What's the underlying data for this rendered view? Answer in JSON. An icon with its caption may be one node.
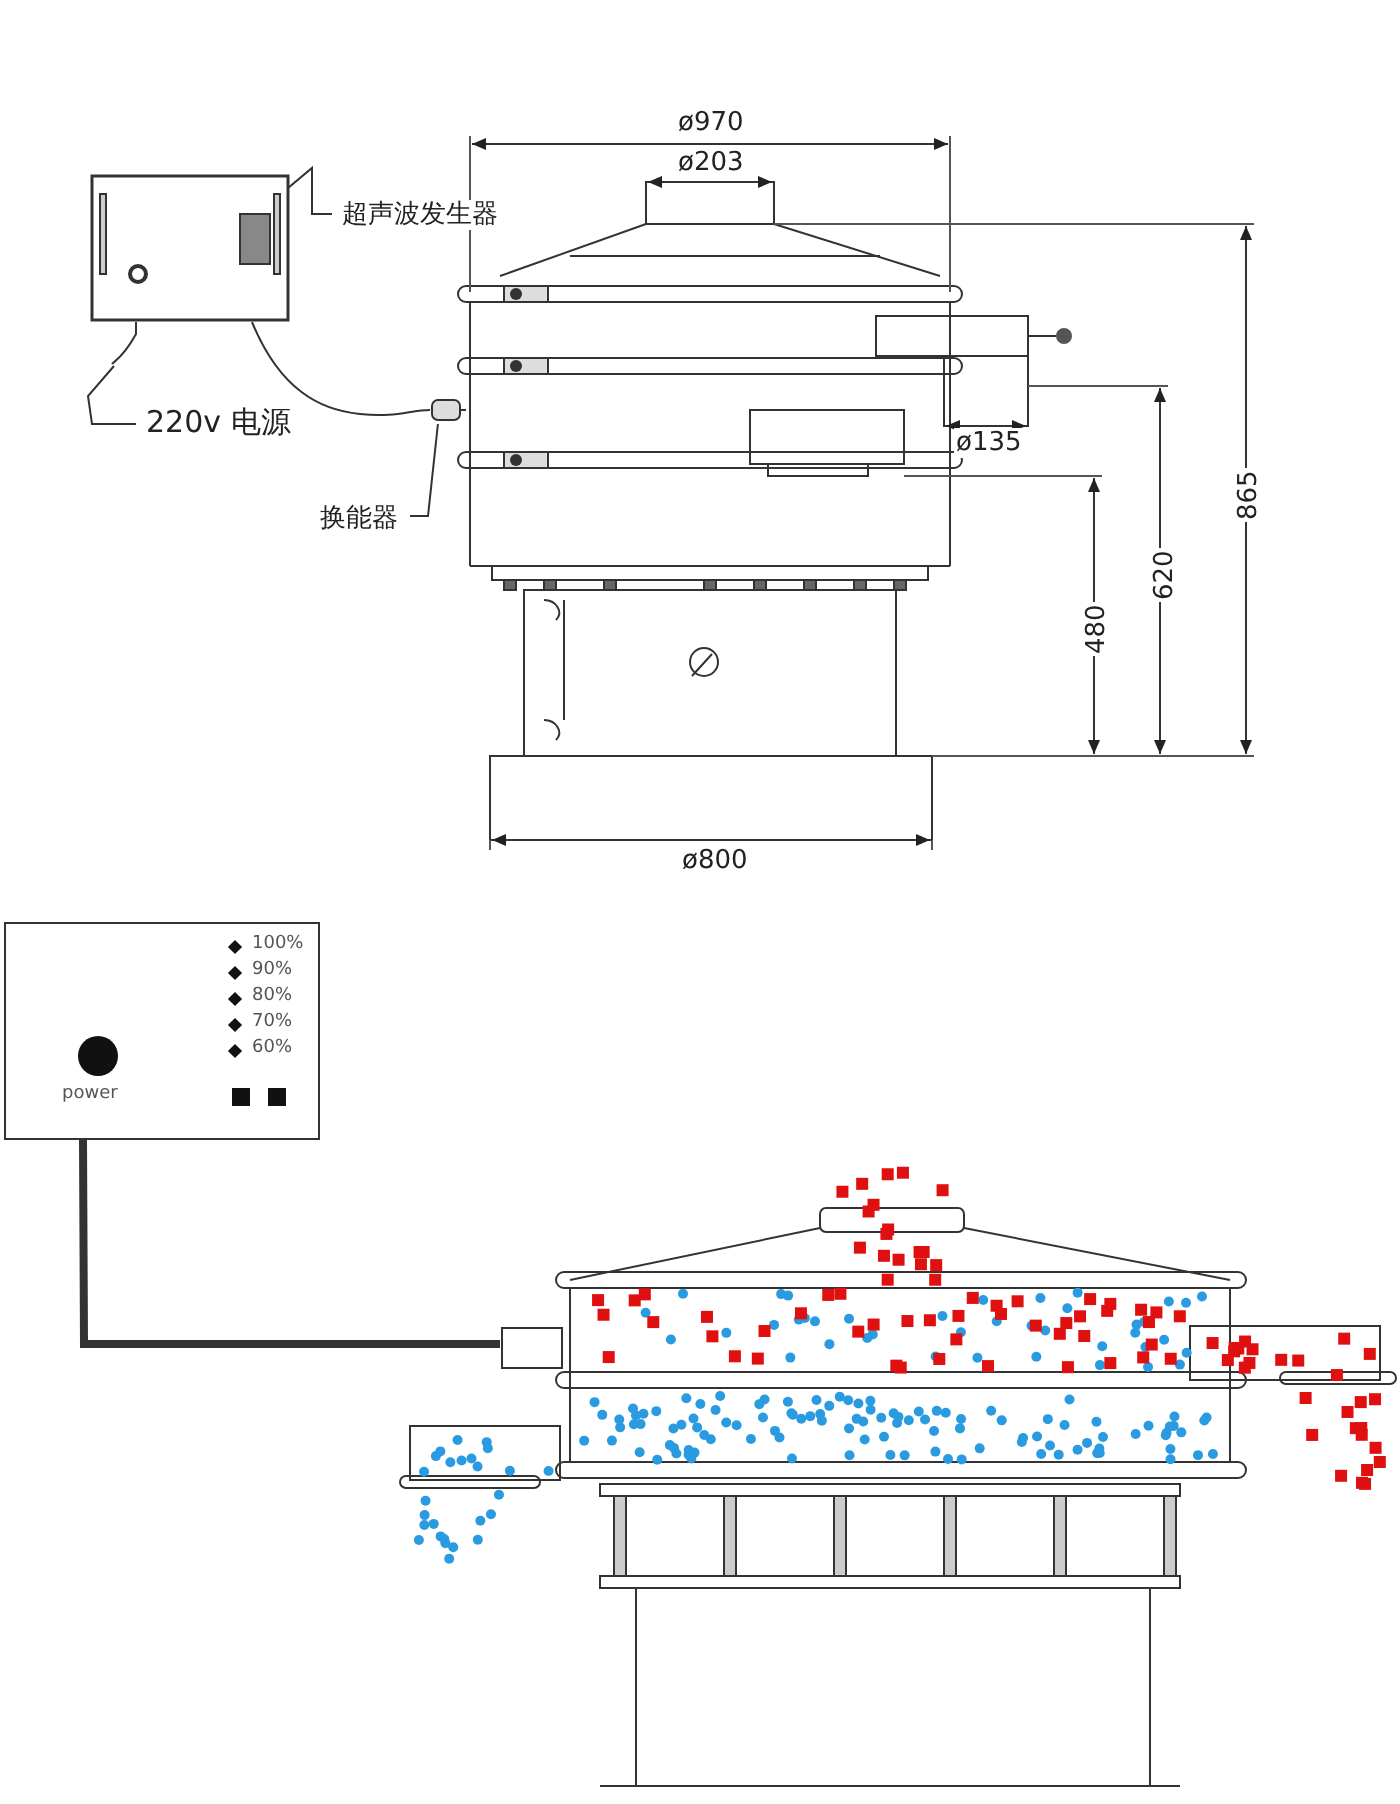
{
  "diagram": {
    "nodes": [
      {
        "text": [
          "超声波发生器"
        ]
      },
      {
        "text": [],
        "shape": "picture"
      },
      {
        "text": [
          "220v 电源"
        ]
      },
      {
        "text": [
          "换能器"
        ]
      },
      {
        "text": [],
        "shape": "picture"
      },
      {
        "text": [
          "100%",
          "90%",
          "80%",
          "70%",
          "60%",
          "power"
        ]
      },
      {
        "text": [],
        "shape": "box"
      }
    ],
    "edges": [
      {
        "from": 0,
        "to": 1,
        "arrow": "to"
      },
      {
        "from": 2,
        "to": null,
        "arrow": "none"
      },
      {
        "from": 3,
        "to": 4,
        "arrow": "none"
      },
      {
        "from": 1,
        "to": 4,
        "arrow": "none"
      },
      {
        "from": 5,
        "to": 6,
        "arrow": "none",
        "style": "thick"
      },
      {
        "from": 1,
        "to": null,
        "arrow": "none"
      }
    ],
    "labels": [
      "ø970",
      "ø203",
      "ø135",
      "865",
      "620",
      "480",
      "ø800"
    ]
  }
}
